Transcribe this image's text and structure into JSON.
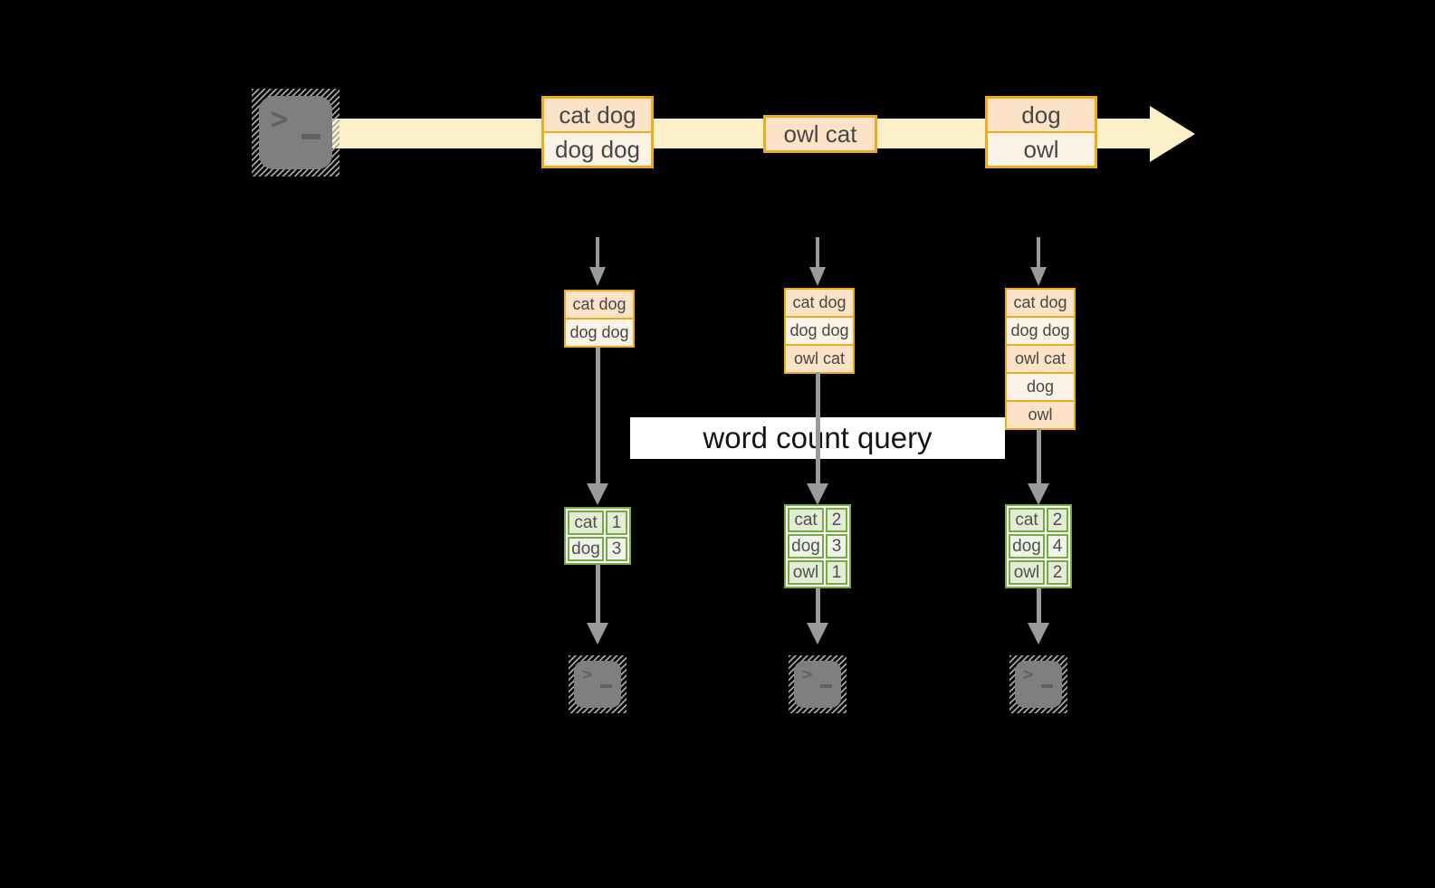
{
  "diagram": {
    "query_label": "word count query",
    "prompt_glyph": ">",
    "stream": {
      "batches": [
        {
          "items": [
            "cat dog",
            "dog dog"
          ]
        },
        {
          "items": [
            "owl cat"
          ]
        },
        {
          "items": [
            "dog",
            "owl"
          ]
        }
      ]
    },
    "columns": [
      {
        "state": [
          "cat dog",
          "dog dog"
        ],
        "counts": [
          {
            "word": "cat",
            "count": "1"
          },
          {
            "word": "dog",
            "count": "3"
          }
        ]
      },
      {
        "state": [
          "cat dog",
          "dog dog",
          "owl cat"
        ],
        "counts": [
          {
            "word": "cat",
            "count": "2"
          },
          {
            "word": "dog",
            "count": "3"
          },
          {
            "word": "owl",
            "count": "1"
          }
        ]
      },
      {
        "state": [
          "cat dog",
          "dog dog",
          "owl cat",
          "dog",
          "owl"
        ],
        "counts": [
          {
            "word": "cat",
            "count": "2"
          },
          {
            "word": "dog",
            "count": "4"
          },
          {
            "word": "owl",
            "count": "2"
          }
        ]
      }
    ],
    "colors": {
      "background": "#000000",
      "stream_arrow": "#fcf0c9",
      "box_border": "#efab1f",
      "box_fill_dark": "#fce3c7",
      "box_fill_light": "#fdf3e6",
      "table_border": "#74ac40",
      "table_fill_dark": "#e3edd5",
      "table_fill_light": "#eef4e7",
      "arrow_gray": "#9a9a9a",
      "terminal_gray": "#7f7f7f",
      "label_bg": "#ffffff"
    }
  }
}
